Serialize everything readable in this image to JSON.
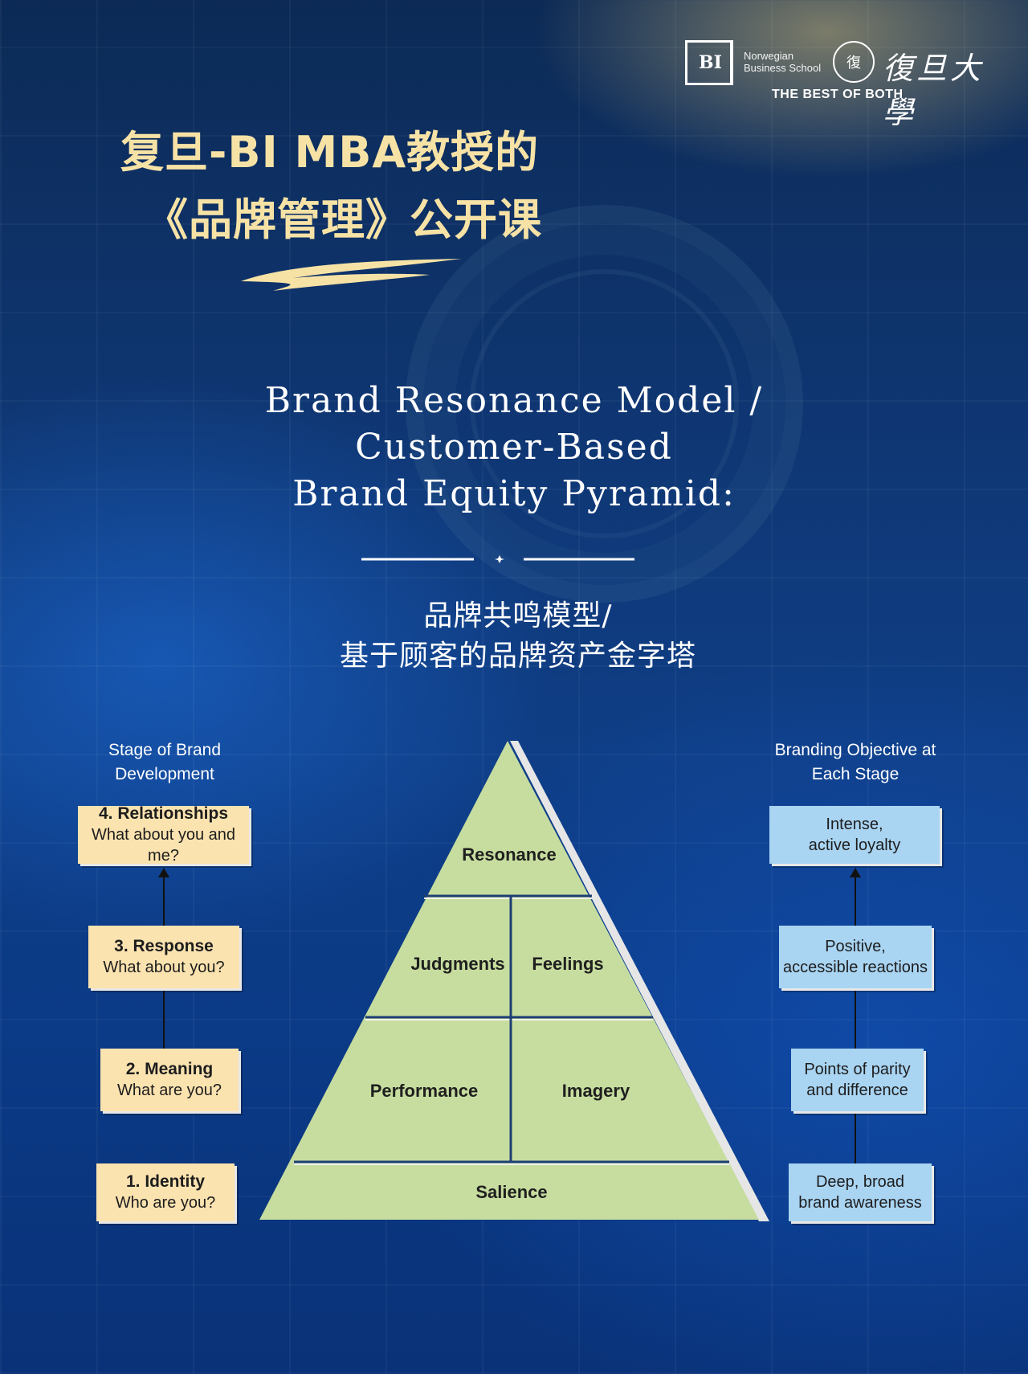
{
  "header": {
    "bi_logo_text": "BI",
    "bi_name_line1": "Norwegian",
    "bi_name_line2": "Business School",
    "fudan_emblem_text": "復",
    "fudan_name": "復旦大學",
    "tagline": "THE BEST OF BOTH"
  },
  "title": {
    "cn_line1": "复旦-BI MBA教授的",
    "cn_line2": "《品牌管理》公开课",
    "en_line1": "Brand Resonance Model /",
    "en_line2": "Customer-Based",
    "en_line3": "Brand Equity Pyramid:",
    "cn2_line1": "品牌共鸣模型/",
    "cn2_line2": "基于顾客的品牌资产金字塔"
  },
  "diagram": {
    "left_header_line1": "Stage of Brand",
    "left_header_line2": "Development",
    "right_header_line1": "Branding Objective at",
    "right_header_line2": "Each Stage",
    "stages": [
      {
        "title": "4.  Relationships",
        "sub": "What about you and me?"
      },
      {
        "title": "3.  Response",
        "sub": "What about you?"
      },
      {
        "title": "2.  Meaning",
        "sub": "What are you?"
      },
      {
        "title": "1.  Identity",
        "sub": "Who are you?"
      }
    ],
    "objectives": [
      {
        "line1": "Intense,",
        "line2": "active loyalty"
      },
      {
        "line1": "Positive,",
        "line2": "accessible reactions"
      },
      {
        "line1": "Points of parity",
        "line2": "and difference"
      },
      {
        "line1": "Deep, broad",
        "line2": "brand awareness"
      }
    ],
    "pyramid": {
      "resonance": "Resonance",
      "judgments": "Judgments",
      "feelings": "Feelings",
      "performance": "Performance",
      "imagery": "Imagery",
      "salience": "Salience"
    },
    "colors": {
      "pyramid_fill": "#c7dd9f",
      "pyramid_line": "#1d3f73",
      "stage_fill": "#fbe3b0",
      "objective_fill": "#a9d4f2",
      "title_gold": "#f7e2a6"
    }
  }
}
